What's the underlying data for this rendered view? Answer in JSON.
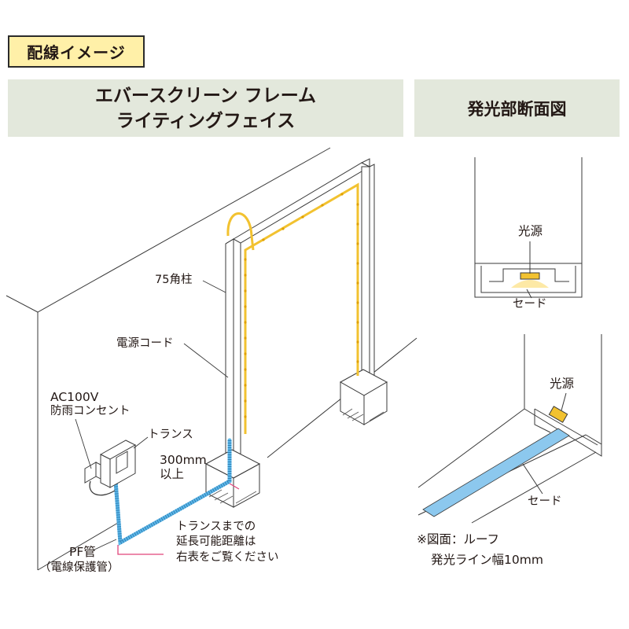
{
  "section_tag": "配線イメージ",
  "panel_left": {
    "title_line1": "エバースクリーン フレーム",
    "title_line2": "ライティングフェイス"
  },
  "panel_right": {
    "title": "発光部断面図"
  },
  "labels": {
    "pillar": "75角柱",
    "power_cord": "電源コード",
    "outlet_line1": "AC100V",
    "outlet_line2": "防雨コンセント",
    "transformer": "トランス",
    "clearance_line1": "300mm",
    "clearance_line2": "以上",
    "distance_line1": "トランスまでの",
    "distance_line2": "延長可能距離は",
    "distance_line3": "右表をご覧ください",
    "pf_line1": "PF管",
    "pf_line2": "（電線保護管）"
  },
  "section_labels": {
    "light_source_top": "光源",
    "shade_top": "セード",
    "light_source_bottom": "光源",
    "shade_bottom": "セード"
  },
  "note": {
    "line1": "※図面：ルーフ",
    "line2": "発光ライン幅10mm"
  },
  "colors": {
    "header_bg": "#e3e8dc",
    "tag_bg": "#fff0a8",
    "led_yellow": "#f2c230",
    "pf_blue": "#5cb7e8",
    "shade_blue": "#8cc8ee",
    "callout_pink": "#e0457b"
  }
}
